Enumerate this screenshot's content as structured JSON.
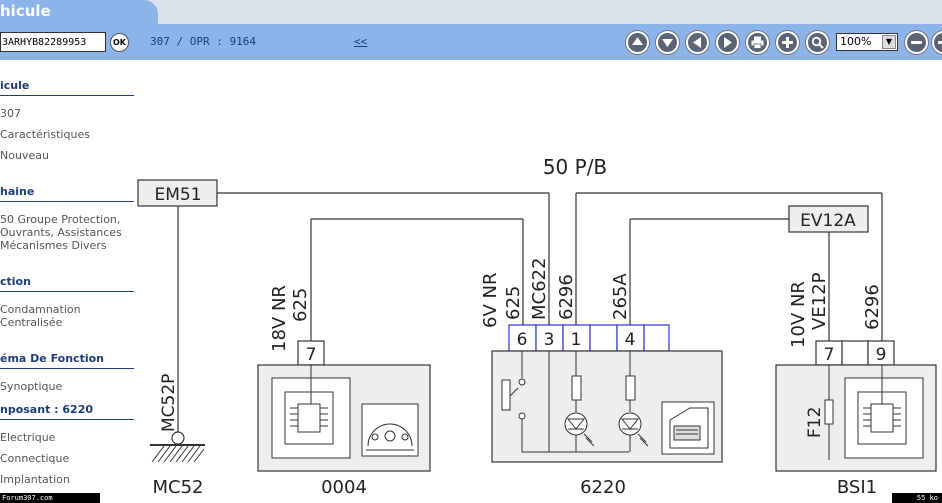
{
  "tab": {
    "title": "hicule"
  },
  "toolbar": {
    "vin_value": "3ARHYB82289953",
    "ok_label": "OK",
    "vehicle_info": "307 / OPR : 9164",
    "back_link": "<<",
    "icons": [
      "arrow-up-icon",
      "arrow-down-icon",
      "arrow-left-icon",
      "arrow-right-icon",
      "print-icon",
      "add-icon",
      "magnifier-icon",
      "zoom-out-icon",
      "zoom-in-icon"
    ],
    "zoom_value": "100%"
  },
  "sidebar": {
    "sections": [
      {
        "title": "icule",
        "items": [
          "307",
          "Caractéristiques",
          "Nouveau"
        ]
      },
      {
        "title": "haine",
        "items": [
          "50 Groupe Protection, Ouvrants, Assistances Mécanismes Divers"
        ]
      },
      {
        "title": "ction",
        "items": [
          "Condamnation Centralisée"
        ]
      },
      {
        "title": "éma De Fonction",
        "items": [
          "Synoptique"
        ]
      },
      {
        "title": "nposant : 6220",
        "items": [
          "Electrique",
          "Connectique",
          "Implantation"
        ]
      }
    ]
  },
  "diagram": {
    "title": "50 P/B",
    "em51": "EM51",
    "ev12a": "EV12A",
    "mc52p_wire": "MC52P",
    "mc52_label": "MC52",
    "c0004": {
      "connector": "18V NR",
      "wire": "625",
      "pin": "7",
      "label": "0004"
    },
    "c6220": {
      "connector": "6V NR",
      "wires": [
        "625",
        "MC622",
        "6296",
        "265A"
      ],
      "pins": [
        "6",
        "3",
        "1",
        "",
        "4",
        ""
      ],
      "label": "6220"
    },
    "bsi": {
      "connector": "10V NR",
      "wires": [
        "VE12P",
        "6296"
      ],
      "pins": [
        "7",
        "",
        "9"
      ],
      "fuse": "F12",
      "label": "BSI1"
    }
  },
  "footer": {
    "left": "Forum307.com",
    "right": "55 ko"
  }
}
